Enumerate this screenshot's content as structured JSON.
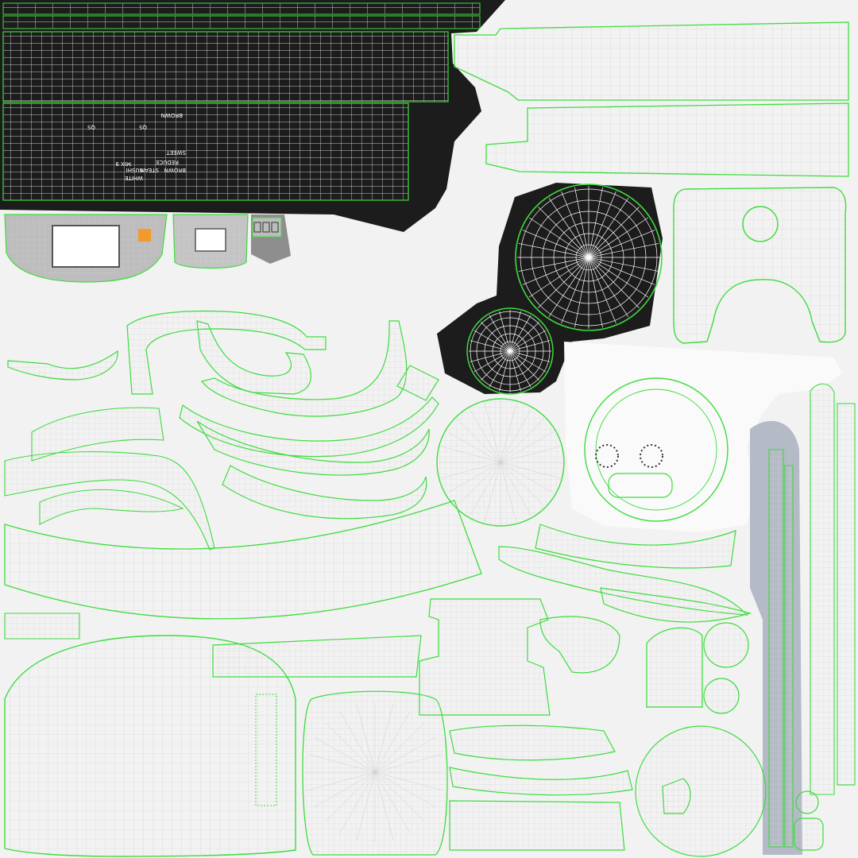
{
  "texture": {
    "colors": {
      "background": "#f2f2f2",
      "seam": "#3ddc3d",
      "wire_light": "#c8c8c8",
      "wire_dark": "#ffffff",
      "dark_fill": "#1c1c1c",
      "shell_gray": "#b8b8b8",
      "accent_orange": "#f29a2e",
      "strip_blue": "#b4bac6"
    },
    "panel_labels": {
      "brown_top": "BROWN",
      "brown_bottom": "BROWN",
      "qs_left": "QS",
      "qs_right": "QS",
      "sweet": "SWEET",
      "reduce": "REDUCE",
      "steam": "STEAM",
      "white": "WHITE",
      "sushi": "SUSHI",
      "mix": "MIX 9"
    }
  }
}
